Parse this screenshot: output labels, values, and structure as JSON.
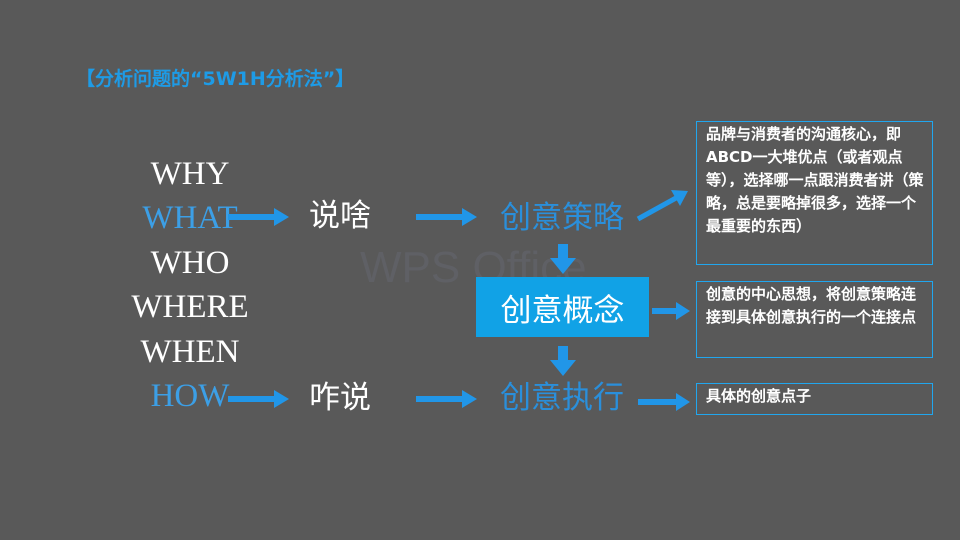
{
  "slide": {
    "title": "【分析问题的“5W1H分析法”】",
    "watermark": "WPS Office",
    "five_w1h": [
      "WHY",
      "WHAT",
      "WHO",
      "WHERE",
      "WHEN",
      "HOW"
    ],
    "flow": {
      "say_what": "说啥",
      "how_to_say": "咋说",
      "strategy": "创意策略",
      "concept": "创意概念",
      "execution": "创意执行"
    },
    "notes": {
      "strategy": "品牌与消费者的沟通核心，即ABCD一大堆优点（或者观点等），选择哪一点跟消费者讲（策略，总是要略掉很多，选择一个最重要的东西）",
      "concept": "创意的中心思想，将创意策略连接到具体创意执行的一个连接点",
      "execution": "具体的创意点子"
    }
  },
  "colors": {
    "background": "#595959",
    "accent_blue": "#1E9BE6",
    "box_blue": "#11A2E6",
    "arrow_blue": "#2196E8",
    "text_white": "#FFFFFF"
  }
}
